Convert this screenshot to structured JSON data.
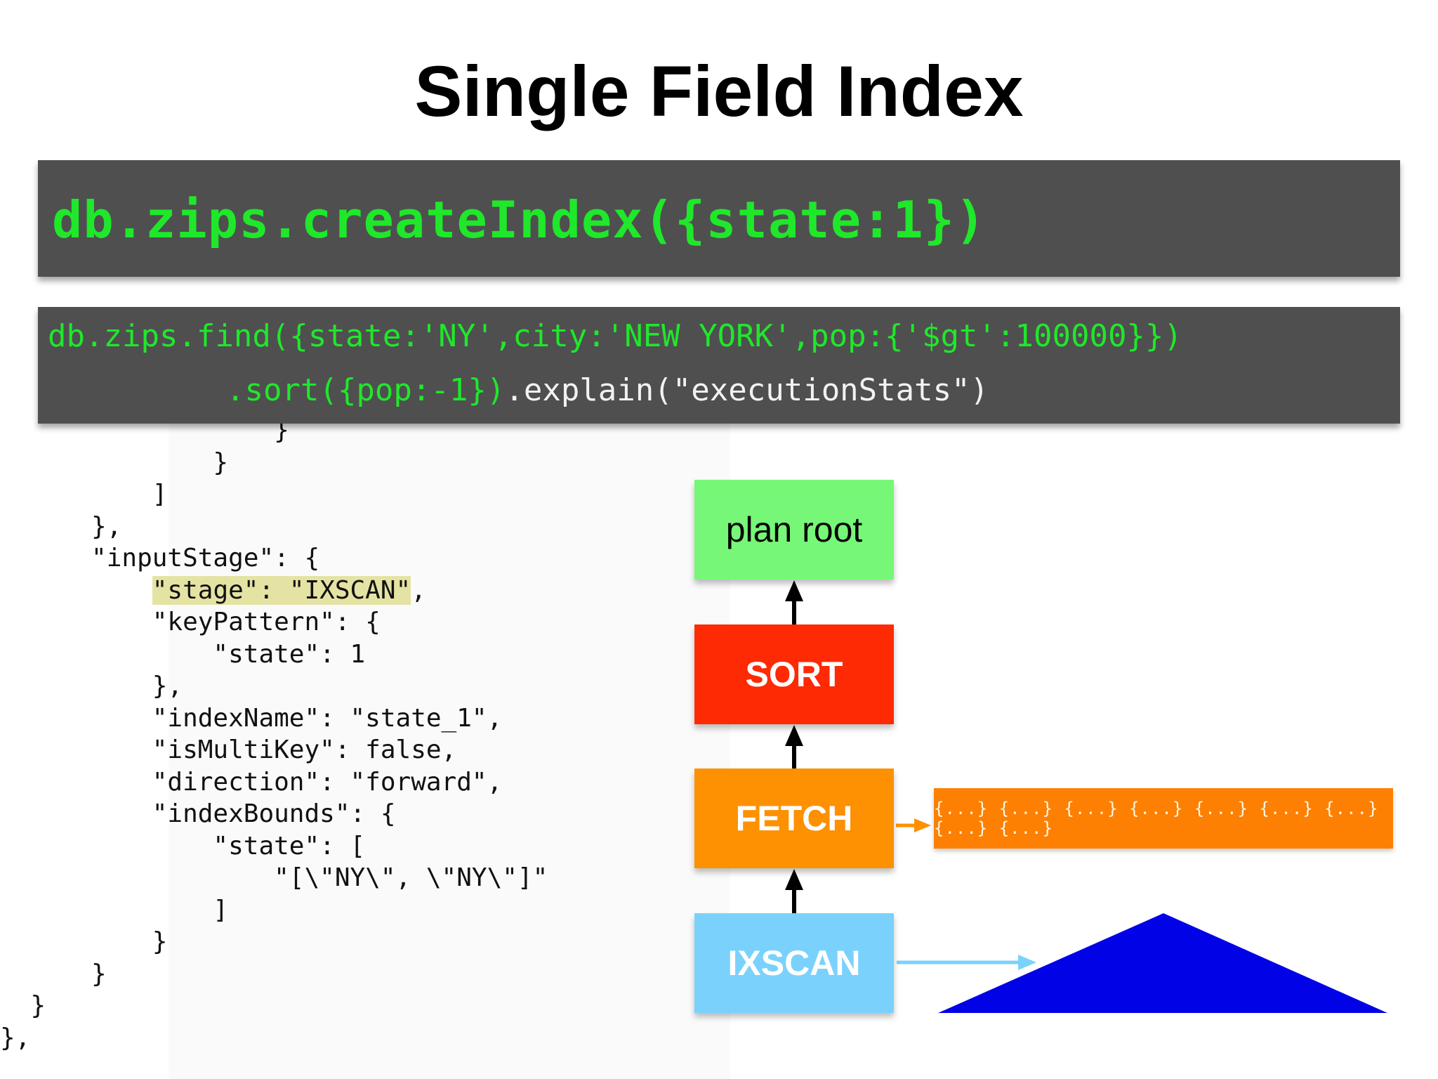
{
  "title": "Single Field Index",
  "create_index_command": "db.zips.createIndex({state:1})",
  "query": {
    "line1": "db.zips.find({state:'NY',city:'NEW YORK',pop:{'$gt':100000}})",
    "line2_green": ".sort({pop:-1})",
    "line2_white": ".explain(\"executionStats\")"
  },
  "json_output": {
    "lines_before_highlight": "                  }\n              }\n          ]\n      },\n      \"inputStage\": {\n          ",
    "highlight": "\"stage\": \"IXSCAN\"",
    "lines_after_highlight": ",\n          \"keyPattern\": {\n              \"state\": 1\n          },\n          \"indexName\": \"state_1\",\n          \"isMultiKey\": false,\n          \"direction\": \"forward\",\n          \"indexBounds\": {\n              \"state\": [\n                  \"[\\\"NY\\\", \\\"NY\\\"]\"\n              ]\n          }\n      }\n  }\n},"
  },
  "plan": {
    "root_label": "plan root",
    "sort_label": "SORT",
    "fetch_label": "FETCH",
    "ixscan_label": "IXSCAN",
    "documents_label": "{...} {...} {...} {...} {...} {...} {...} {...} {...}"
  },
  "colors": {
    "plan_root": "#77f777",
    "sort": "#fd2a04",
    "fetch": "#fd9102",
    "ixscan": "#7ad2fc",
    "index_triangle": "#0202e6",
    "code_text": "#1fe82a",
    "code_bg": "#4f4f50"
  }
}
